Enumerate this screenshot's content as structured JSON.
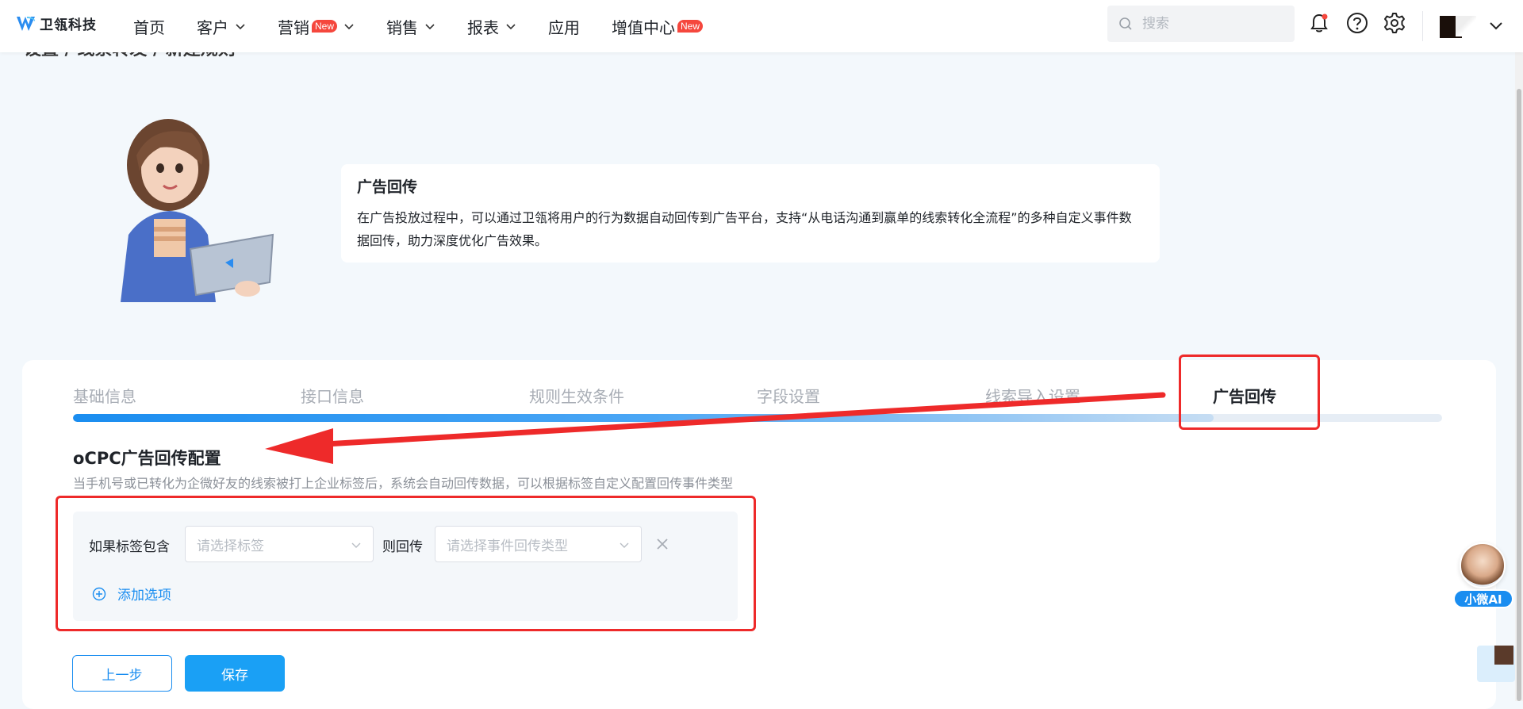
{
  "app": {
    "logo_text": "卫瓴科技",
    "brand_color": "#1a8df0"
  },
  "nav": {
    "items": [
      {
        "label": "首页",
        "has_dropdown": false,
        "badge": ""
      },
      {
        "label": "客户",
        "has_dropdown": true,
        "badge": ""
      },
      {
        "label": "营销",
        "has_dropdown": true,
        "badge": "New"
      },
      {
        "label": "销售",
        "has_dropdown": true,
        "badge": ""
      },
      {
        "label": "报表",
        "has_dropdown": true,
        "badge": ""
      },
      {
        "label": "应用",
        "has_dropdown": false,
        "badge": ""
      },
      {
        "label": "增值中心",
        "has_dropdown": false,
        "badge": "New"
      }
    ],
    "search_placeholder": "搜索",
    "icons": [
      "bell-icon",
      "help-icon",
      "gear-icon"
    ]
  },
  "breadcrumb": "设置 / 线索转发 / 新建规则",
  "intro": {
    "title": "广告回传",
    "desc": "在广告投放过程中，可以通过卫瓴将用户的行为数据自动回传到广告平台，支持“从电话沟通到赢单的线索转化全流程”的多种自定义事件数据回传，助力深度优化广告效果。"
  },
  "steps": {
    "items": [
      "基础信息",
      "接口信息",
      "规则生效条件",
      "字段设置",
      "线索导入设置",
      "广告回传"
    ],
    "active_index": 5
  },
  "config": {
    "title": "oCPC广告回传配置",
    "subtitle": "当手机号或已转化为企微好友的线索被打上企业标签后，系统会自动回传数据，可以根据标签自定义配置回传事件类型",
    "rule": {
      "if_label": "如果标签包含",
      "tag_placeholder": "请选择标签",
      "then_label": "则回传",
      "event_placeholder": "请选择事件回传类型"
    },
    "add_option": "添加选项"
  },
  "buttons": {
    "prev": "上一步",
    "save": "保存"
  },
  "ai_assistant": {
    "label": "小微AI"
  },
  "annotation_color": "#ee2a2a"
}
